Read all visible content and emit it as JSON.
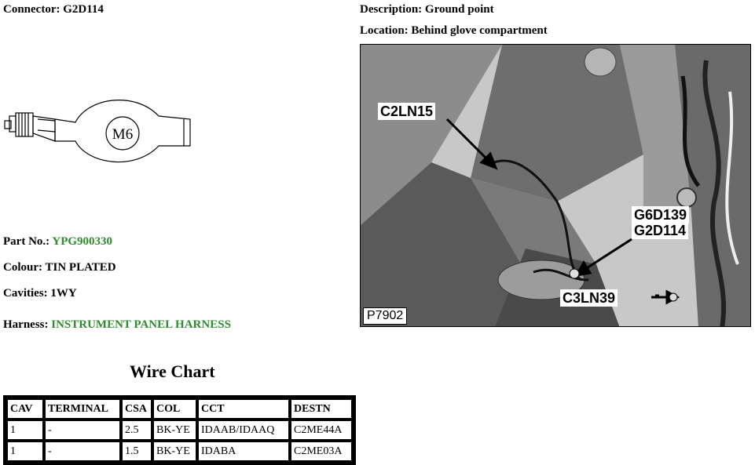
{
  "connector": {
    "label": "Connector:",
    "value": "G2D114"
  },
  "description": {
    "label": "Description:",
    "value": "Ground point"
  },
  "location": {
    "label": "Location:",
    "value": "Behind glove compartment"
  },
  "diagram": {
    "stud_label": "M6"
  },
  "part_no": {
    "label": "Part No.:",
    "value": "YPG900330"
  },
  "colour": {
    "label": "Colour:",
    "value": "TIN PLATED"
  },
  "cavities": {
    "label": "Cavities:",
    "value": "1WY"
  },
  "harness": {
    "label": "Harness:",
    "value": "INSTRUMENT PANEL HARNESS"
  },
  "photo": {
    "callouts": [
      "C2LN15",
      "G6D139",
      "G2D114",
      "C3LN39"
    ],
    "id": "P7902"
  },
  "wire_chart": {
    "title": "Wire Chart",
    "headers": [
      "CAV",
      "TERMINAL",
      "CSA",
      "COL",
      "CCT",
      "DESTN"
    ],
    "rows": [
      [
        "1",
        "-",
        "2.5",
        "BK-YE",
        "IDAAB/IDAAQ",
        "C2ME44A"
      ],
      [
        "1",
        "-",
        "1.5",
        "BK-YE",
        "IDABA",
        "C2ME03A"
      ]
    ]
  },
  "colors": {
    "accent_green": "#2e8b2e"
  }
}
